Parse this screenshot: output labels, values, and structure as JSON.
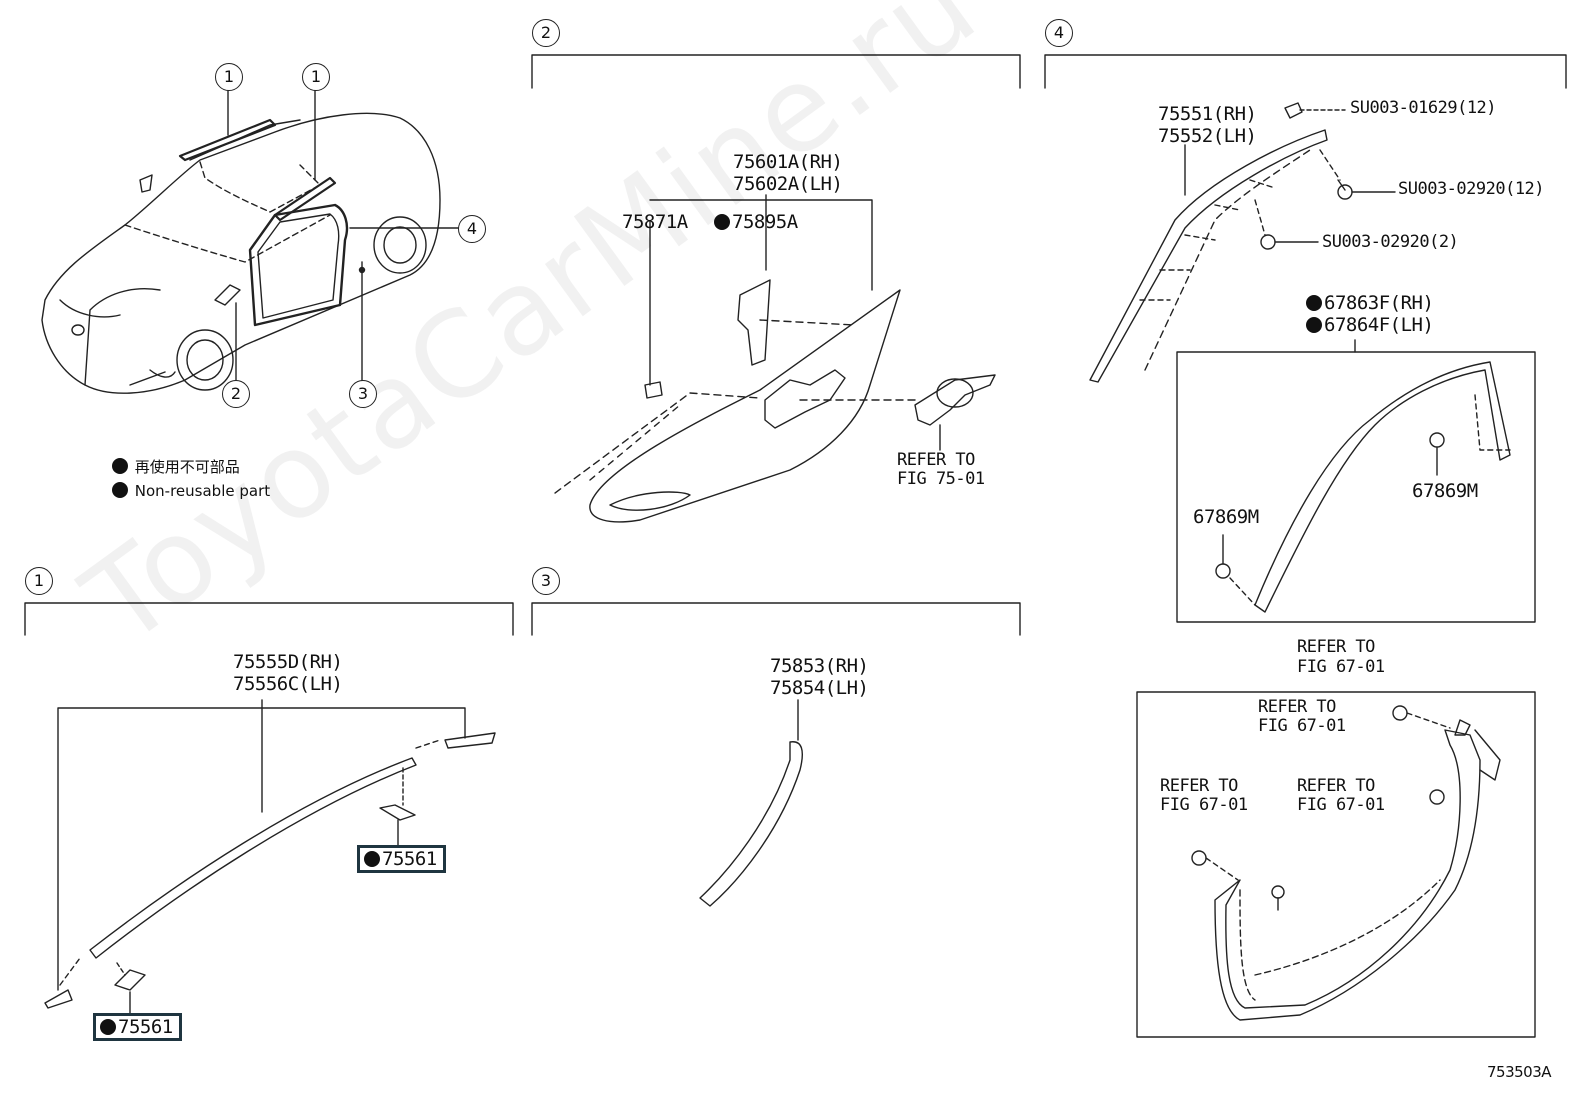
{
  "sections": {
    "one": "1",
    "two": "2",
    "three": "3",
    "four": "4"
  },
  "overview": {
    "callouts": [
      "1",
      "1",
      "2",
      "3",
      "4"
    ],
    "legend": {
      "jp": "再使用不可部品",
      "en": "Non-reusable part"
    }
  },
  "sec2": {
    "part_rh": "75601A(RH)",
    "part_lh": "75602A(LH)",
    "part_a": "75871A",
    "part_b": "75895A",
    "refer_line1": "REFER TO",
    "refer_line2": "FIG 75-01"
  },
  "sec4": {
    "molding_rh": "75551(RH)",
    "molding_lh": "75552(LH)",
    "screw1": "SU003-01629(12)",
    "screw2": "SU003-02920(12)",
    "screw3": "SU003-02920(2)",
    "weather_rh": "67863F(RH)",
    "weather_lh": "67864F(LH)",
    "clip_left": "67869M",
    "clip_right": "67869M",
    "ref_top_1": "REFER TO",
    "ref_top_2": "FIG 67-01",
    "ref_a_1": "REFER TO",
    "ref_a_2": "FIG 67-01",
    "ref_b_1": "REFER TO",
    "ref_b_2": "FIG 67-01",
    "ref_c_1": "REFER TO",
    "ref_c_2": "FIG 67-01"
  },
  "sec1": {
    "part_rh": "75555D(RH)",
    "part_lh": "75556C(LH)",
    "clip_upper": "75561",
    "clip_lower": "75561"
  },
  "sec3": {
    "part_rh": "75853(RH)",
    "part_lh": "75854(LH)"
  },
  "figure_id": "753503A",
  "watermark": "ToyotaCarMine.ru"
}
